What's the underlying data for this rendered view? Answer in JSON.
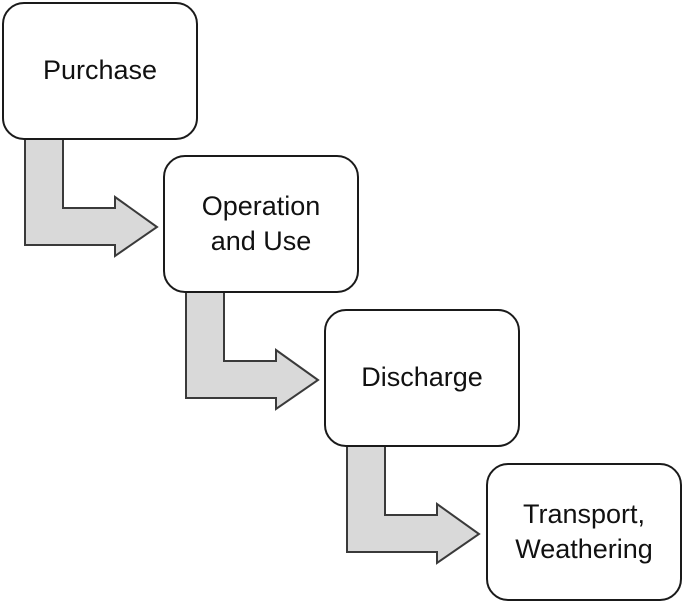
{
  "diagram": {
    "steps": [
      {
        "id": "purchase",
        "lines": [
          "Purchase"
        ]
      },
      {
        "id": "operation-and-use",
        "lines": [
          "Operation",
          "and Use"
        ]
      },
      {
        "id": "discharge",
        "lines": [
          "Discharge"
        ]
      },
      {
        "id": "transport-weathering",
        "lines": [
          "Transport,",
          "Weathering"
        ]
      }
    ],
    "colors": {
      "box_fill": "#ffffff",
      "box_border": "#1a1a1a",
      "arrow_fill": "#d9d9d9",
      "arrow_stroke": "#3a3a3a",
      "text": "#111111"
    }
  }
}
